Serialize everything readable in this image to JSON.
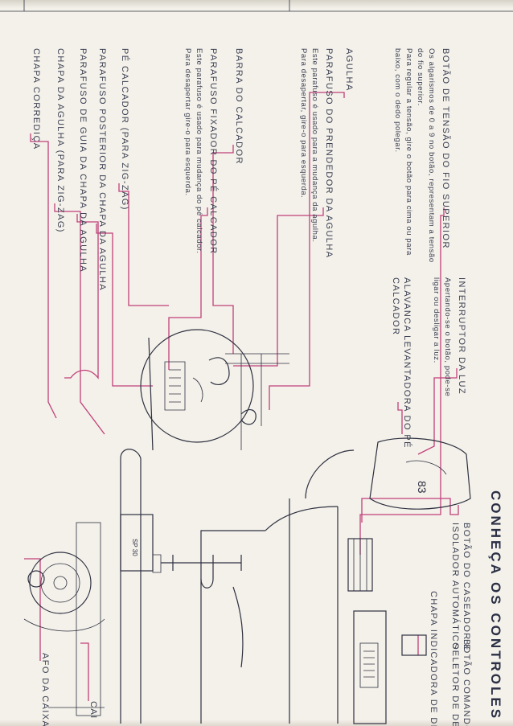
{
  "title": "CONHEÇA OS CONTROLES DE",
  "labels": {
    "tensao": "BOTÃO DE TENSÃO DO FIO SUPERIOR",
    "tensao_desc1": "Os algarismos de 0 a 9 no botão, representam a tensão",
    "tensao_desc2": "do fio superior.",
    "tensao_desc3": "Para regular a tensão, gire o botão para cima ou para",
    "tensao_desc4": "baixo, com o dedo polegar.",
    "agulha": "AGULHA",
    "parafuso_prendedor": "PARAFUSO DO PRENDEDOR DA AGULHA",
    "prendedor_desc1": "Este parafuso é usado para a mudança da agulha.",
    "prendedor_desc2": "Para desapertar, gire-o para esquerda.",
    "barra_calcador": "BARRA DO CALCADOR",
    "parafuso_fixador": "PARAFUSO FIXADOR DO PÉ CALCADOR",
    "fixador_desc1": "Este parafuso é usado para mudança do pé calcador.",
    "fixador_desc2": "Para desapertar gire-o para esquerda.",
    "pe_calcador": "PÉ CALCADOR (PARA ZIG-ZAG)",
    "parafuso_posterior": "PARAFUSO POSTERIOR DA CHAPA DA AGULHA",
    "parafuso_guia": "PARAFUSO DE GUIA DA CHAPA DA AGULHA",
    "chapa_agulha": "CHAPA DA AGULHA (PARA ZIG-ZAG)",
    "chapa_corredica": "CHAPA CORREDIÇA",
    "interruptor": "INTERRUPTOR DA LUZ",
    "interruptor_desc1": "Apertando-se o botão, pode-se",
    "interruptor_desc2": "ligar ou desligar a luz.",
    "alavanca1": "ALAVANCA LEVANTADORA DO PÉ",
    "alavanca2": "CALCADOR",
    "casador1": "BOTÃO DO CASEADOR E",
    "casador2": "ISOLADOR AUTOMÁTICO",
    "comando1": "BOTÃO COMANDO",
    "comando2": "SELETOR DE DES",
    "chapa_indicadora": "CHAPA INDICADORA DE DESEN",
    "afo_caixa": "AFO DA CAIXA",
    "cai": "CAI"
  }
}
